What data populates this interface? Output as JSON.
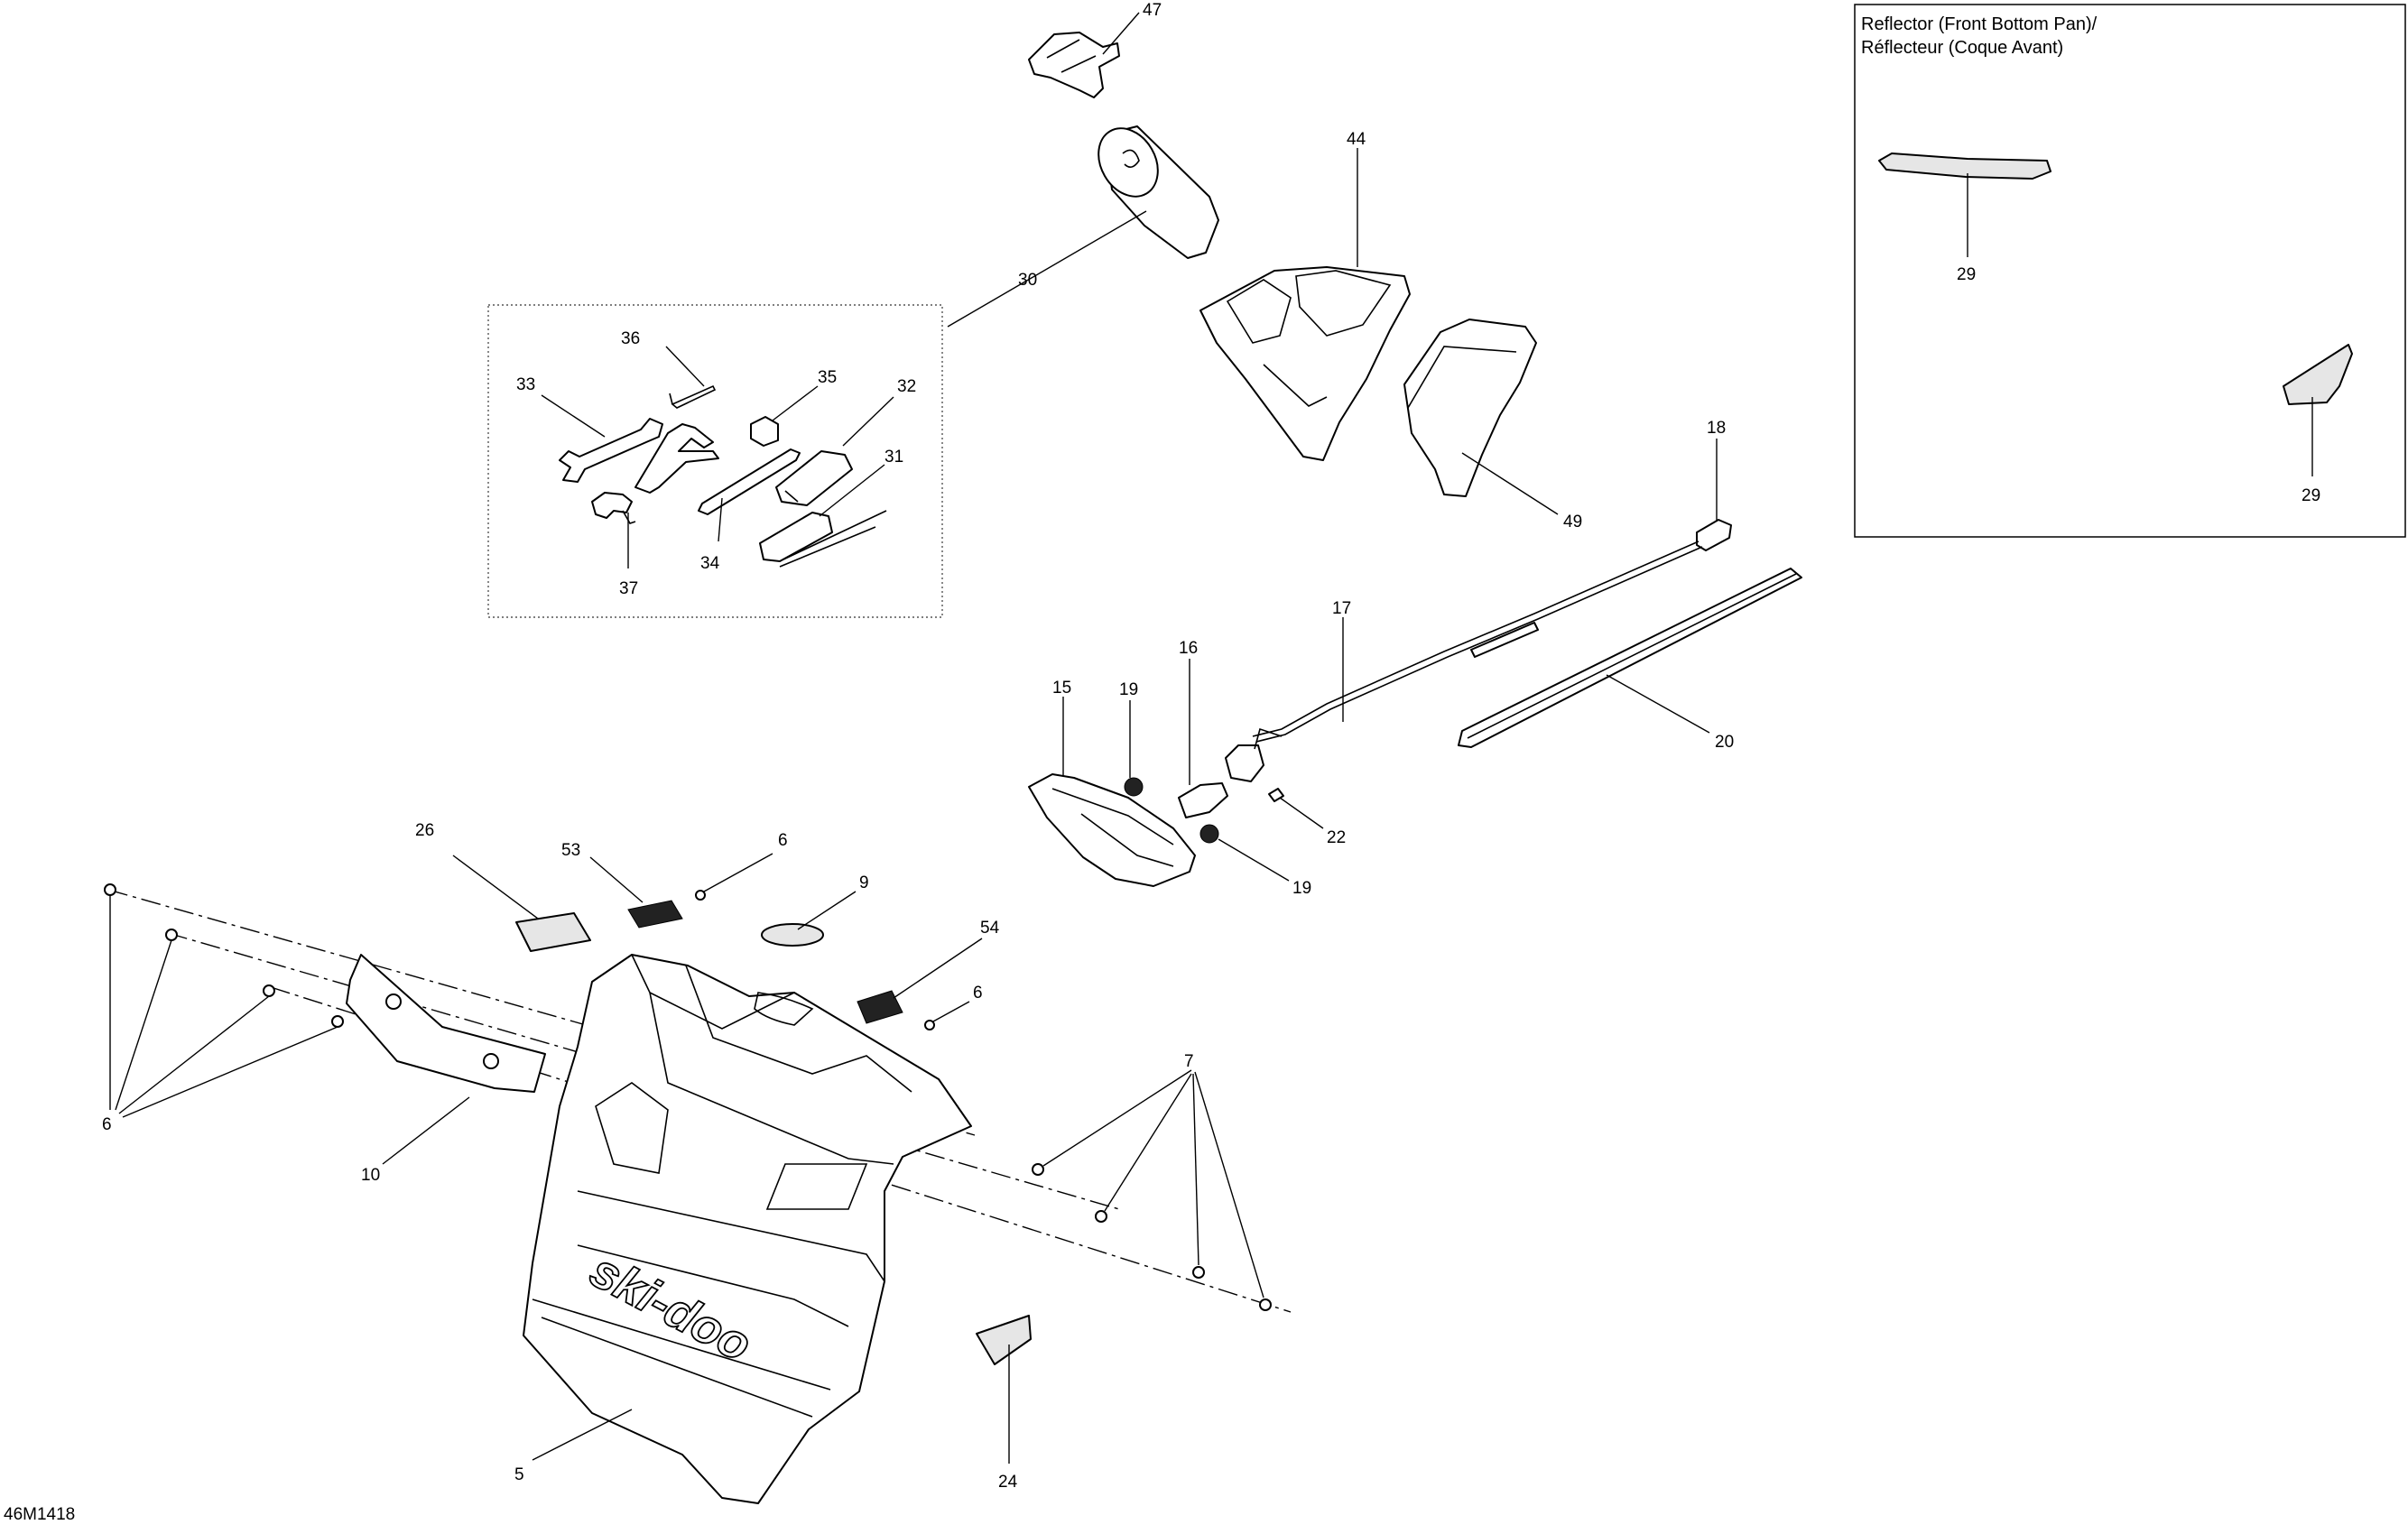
{
  "diagram_id": "46M1418",
  "inset": {
    "title_line1": "Reflector (Front Bottom Pan)/",
    "title_line2": "Réflecteur (Coque Avant)",
    "callouts": [
      "29",
      "29"
    ]
  },
  "callouts": {
    "c47": "47",
    "c30": "30",
    "c44": "44",
    "c49": "49",
    "c36": "36",
    "c35": "35",
    "c33": "33",
    "c32": "32",
    "c31": "31",
    "c34": "34",
    "c37": "37",
    "c18": "18",
    "c17": "17",
    "c16": "16",
    "c15": "15",
    "c19a": "19",
    "c19b": "19",
    "c20": "20",
    "c22": "22",
    "c26": "26",
    "c53": "53",
    "c6a": "6",
    "c9": "9",
    "c54": "54",
    "c6b": "6",
    "c6c": "6",
    "c7": "7",
    "c10": "10",
    "c5": "5",
    "c24": "24"
  }
}
